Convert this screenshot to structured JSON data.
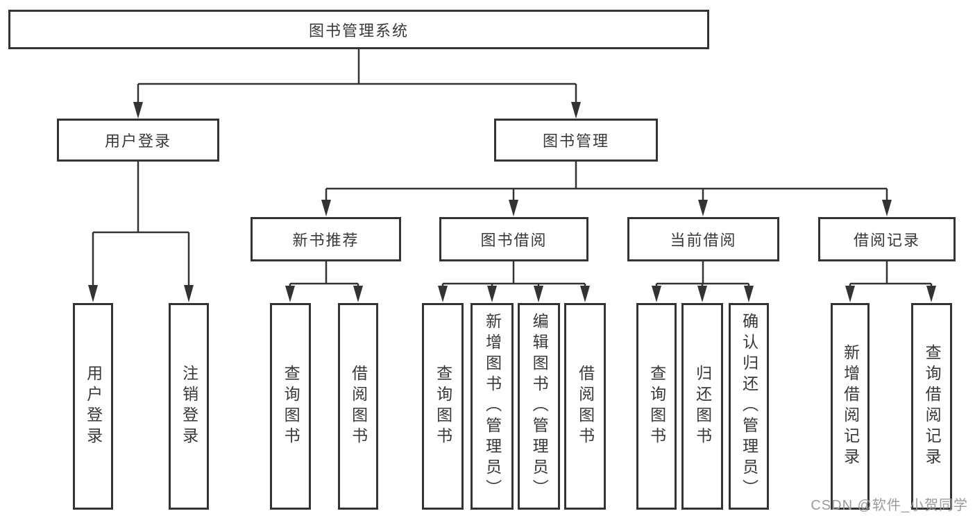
{
  "diagram": {
    "tree": {
      "label": "图书管理系统",
      "children": [
        {
          "label": "用户登录",
          "children": [
            {
              "label": "用户登录"
            },
            {
              "label": "注销登录"
            }
          ]
        },
        {
          "label": "图书管理",
          "children": [
            {
              "label": "新书推荐",
              "children": [
                {
                  "label": "查询图书"
                },
                {
                  "label": "借阅图书"
                }
              ]
            },
            {
              "label": "图书借阅",
              "children": [
                {
                  "label": "查询图书"
                },
                {
                  "label": "新增图书（管理员）"
                },
                {
                  "label": "编辑图书（管理员）"
                },
                {
                  "label": "借阅图书"
                }
              ]
            },
            {
              "label": "当前借阅",
              "children": [
                {
                  "label": "查询图书"
                },
                {
                  "label": "归还图书"
                },
                {
                  "label": "确认归还（管理员）"
                }
              ]
            },
            {
              "label": "借阅记录",
              "children": [
                {
                  "label": "新增借阅记录"
                },
                {
                  "label": "查询借阅记录"
                }
              ]
            }
          ]
        }
      ]
    },
    "colors": {
      "line": "#333333",
      "node_border": "#333333",
      "node_fill": "#ffffff",
      "text": "#383838",
      "watermark": "#9b9b9b"
    }
  },
  "watermark": {
    "text": "CSDN @软件_小贺同学"
  }
}
